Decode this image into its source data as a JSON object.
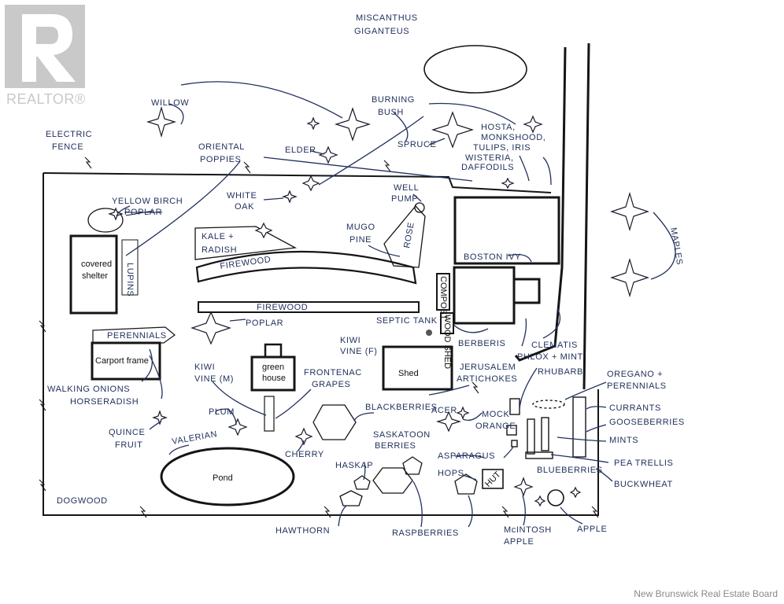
{
  "logo": {
    "text": "REALTOR®"
  },
  "watermark": "New Brunswick Real Estate Board",
  "labels": {
    "miscanthus1": "MISCANTHUS",
    "miscanthus2": "GIGANTEUS",
    "willow": "WILLOW",
    "burning1": "BURNING",
    "burning2": "BUSH",
    "electric1": "ELECTRIC",
    "electric2": "FENCE",
    "oriental1": "ORIENTAL",
    "oriental2": "POPPIES",
    "elder": "ELDER",
    "spruce": "SPRUCE",
    "hosta1": "HOSTA,",
    "hosta2": "MONKSHOOD,",
    "hosta3": "TULIPS, IRIS",
    "wisteria1": "WISTERIA,",
    "wisteria2": "DAFFODILS",
    "yellowbirch": "YELLOW BIRCH",
    "poplar_struck": "POPLAR",
    "whiteoak1": "WHITE",
    "whiteoak2": "OAK",
    "wellpump1": "WELL",
    "wellpump2": "PUMP",
    "kale1": "KALE +",
    "kale2": "RADISH",
    "mugo1": "MUGO",
    "mugo2": "PINE",
    "rose": "ROSE",
    "firewood_top": "FIREWOOD",
    "firewood_bottom": "FIREWOOD",
    "boston": "BOSTON IVY",
    "maples": "MAPLES",
    "covered1": "covered",
    "covered2": "shelter",
    "lupins": "LUPINS",
    "compost": "COMPOST",
    "woodshed": "WOOD SHED",
    "poplar": "POPLAR",
    "septic": "SEPTIC TANK",
    "perennials": "PERENNIALS",
    "carport": "Carport frame",
    "kiwif1": "KIWI",
    "kiwif2": "VINE (F)",
    "berberis": "BERBERIS",
    "clematis": "CLEMATIS",
    "phlox": "PHLOX + MINT",
    "rhubarb": "RHUBARB",
    "oregano1": "OREGANO +",
    "oregano2": "PERENNIALS",
    "kiwim1": "KIWI",
    "kiwim2": "VINE (M)",
    "green1": "green",
    "green2": "house",
    "frontenac1": "FRONTENAC",
    "frontenac2": "GRAPES",
    "shed": "Shed",
    "jerusalem1": "JERUSALEM",
    "jerusalem2": "ARTICHOKES",
    "walking": "WALKING ONIONS",
    "horseradish": "HORSERADISH",
    "currants": "CURRANTS",
    "gooseberries": "GOOSEBERRIES",
    "blackberries": "BLACKBERRIES",
    "acer": "ACER",
    "mock1": "MOCK",
    "mock2": "ORANGE",
    "plum": "PLUM",
    "quince1": "QUINCE",
    "quince2": "FRUIT",
    "mints": "MINTS",
    "saskatoon1": "SASKATOON",
    "saskatoon2": "BERRIES",
    "valerian": "VALERIAN",
    "cherry": "CHERRY",
    "asparagus": "ASPARAGUS",
    "peatrellis": "PEA TRELLIS",
    "haskap": "HASKAP",
    "hops": "HOPS",
    "hut": "HUT",
    "blueberries": "BLUEBERRIES",
    "buckwheat": "BUCKWHEAT",
    "pond": "Pond",
    "dogwood": "DOGWOOD",
    "hawthorn": "HAWTHORN",
    "raspberries": "RASPBERRIES",
    "mcintosh1": "McINTOSH",
    "mcintosh2": "APPLE",
    "apple": "APPLE"
  }
}
